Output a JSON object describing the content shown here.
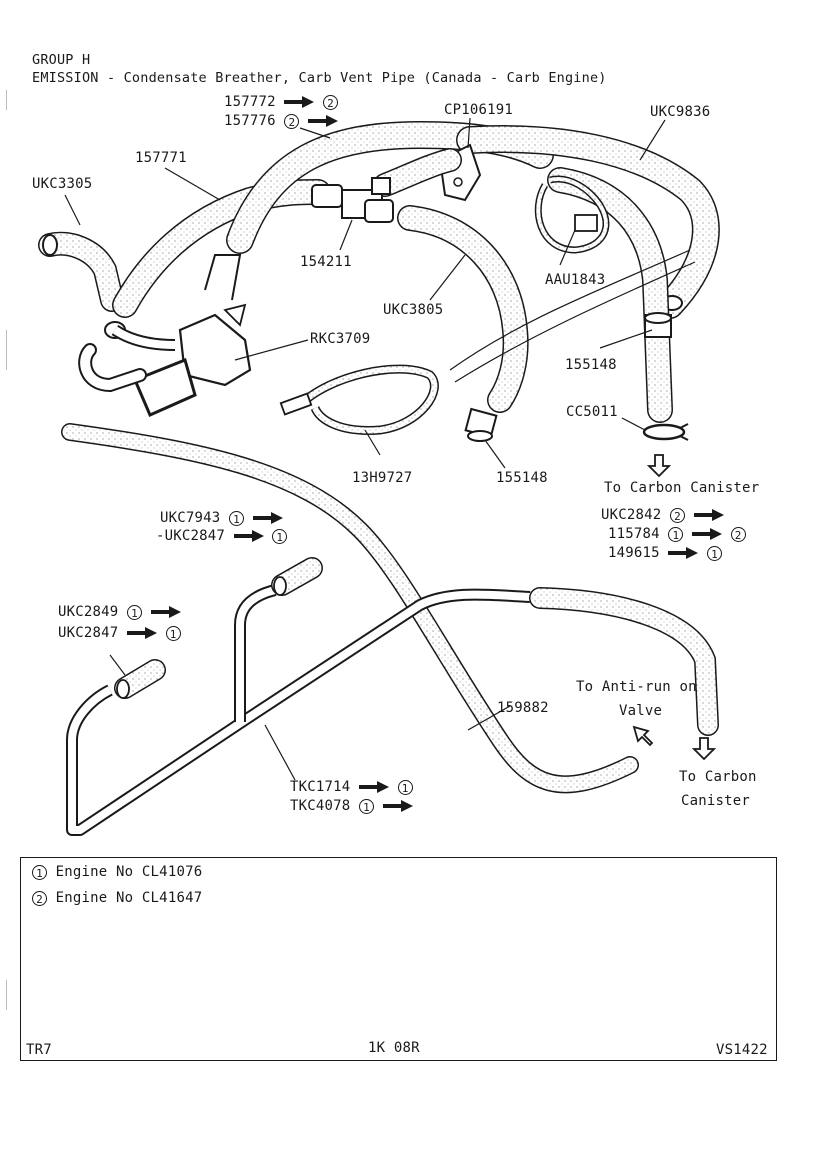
{
  "header": {
    "group": "GROUP H",
    "title": "EMISSION - Condensate Breather, Carb Vent Pipe (Canada - Carb Engine)"
  },
  "parts": {
    "p157772": "157772",
    "p157776": "157776",
    "cp106191": "CP106191",
    "ukc9836": "UKC9836",
    "p157771": "157771",
    "ukc3305": "UKC3305",
    "p154211": "154211",
    "aau1843": "AAU1843",
    "ukc3805": "UKC3805",
    "rkc3709": "RKC3709",
    "p155148_a": "155148",
    "cc5011": "CC5011",
    "h13h9727": "13H9727",
    "p155148_b": "155148",
    "ukc2842": "UKC2842",
    "p115784": "115784",
    "p149615": "149615",
    "ukc7943": "UKC7943",
    "ukc2847_a": "-UKC2847",
    "ukc2849": "UKC2849",
    "ukc2847_b": "UKC2847",
    "p159882": "159882",
    "tkc1714": "TKC1714",
    "tkc4078": "TKC4078"
  },
  "circled": {
    "one": "1",
    "two": "2"
  },
  "destinations": {
    "carbon_canister_top": "To Carbon Canister",
    "anti_run_1": "To Anti-run on",
    "anti_run_2": "Valve",
    "carbon_canister_bottom_1": "To Carbon",
    "carbon_canister_bottom_2": "Canister"
  },
  "notes": {
    "note1": "Engine No CL41076",
    "note2": "Engine No CL41647"
  },
  "footer": {
    "left": "TR7",
    "center": "1K 08R",
    "right": "VS1422"
  },
  "colors": {
    "ink": "#1a1a1a",
    "paper": "#ffffff"
  }
}
